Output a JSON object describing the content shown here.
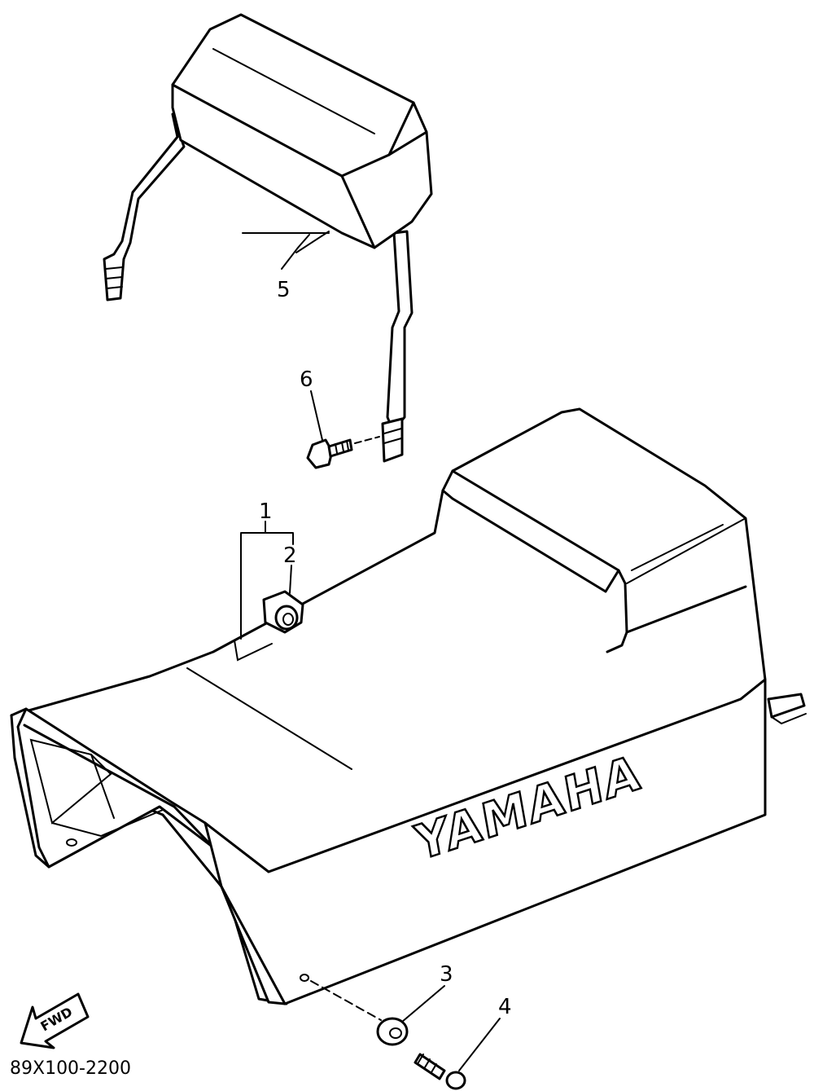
{
  "callouts": {
    "c1": "1",
    "c2": "2",
    "c3": "3",
    "c4": "4",
    "c5": "5",
    "c6": "6"
  },
  "brand_text": "YAMAHA",
  "direction_arrow_label": "FWD",
  "diagram_code": "89X100-2200"
}
